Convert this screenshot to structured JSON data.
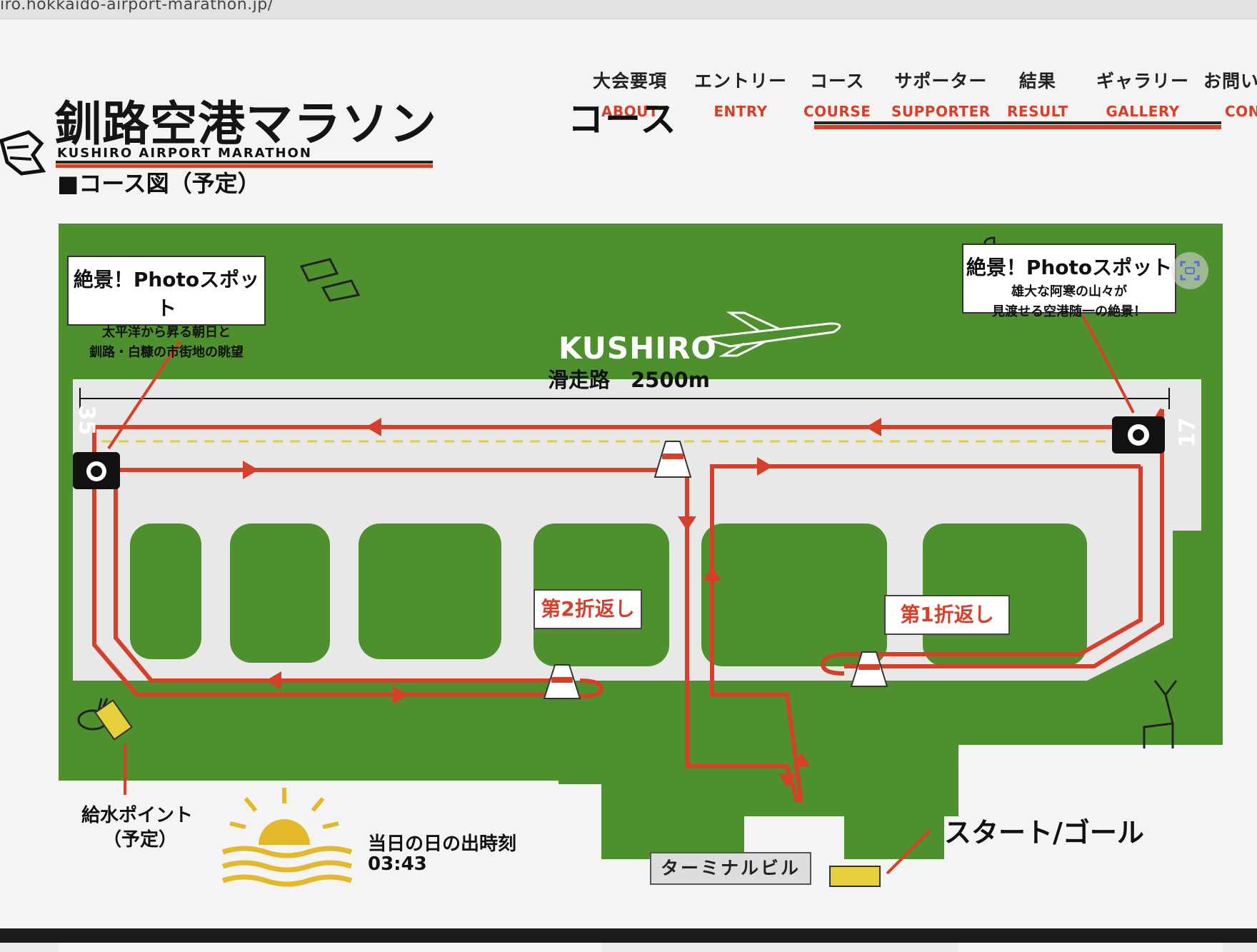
{
  "browser": {
    "url_fragment": "iro.hokkaido-airport-marathon.jp/"
  },
  "logo": {
    "title": "釧路空港マラソン",
    "subtitle": "KUSHIRO AIRPORT MARATHON"
  },
  "nav": {
    "items": [
      {
        "jp": "大会要項",
        "en": "ABOUT"
      },
      {
        "jp": "エントリー",
        "en": "ENTRY"
      },
      {
        "jp": "コース",
        "en": "COURSE"
      },
      {
        "jp": "サポーター",
        "en": "SUPPORTER"
      },
      {
        "jp": "結果",
        "en": "RESULT"
      },
      {
        "jp": "ギャラリー",
        "en": "GALLERY"
      },
      {
        "jp": "お問い",
        "en": "CON"
      }
    ]
  },
  "page_title": "コース",
  "section_heading": "■コース図（予定）",
  "map": {
    "kushiro_label": "KUSHIRO",
    "runway_label": "滑走路　2500m",
    "runway_end_left": "35",
    "runway_end_right": "17",
    "photo_spot_left": {
      "title": "絶景！Photoスポット",
      "line1": "太平洋から昇る朝日と",
      "line2": "釧路・白糠の市街地の眺望"
    },
    "photo_spot_right": {
      "title": "絶景！Photoスポット",
      "line1": "雄大な阿寒の山々が",
      "line2": "見渡せる空港随一の絶景！"
    },
    "turnaround_2": "第2折返し",
    "turnaround_1": "第1折返し",
    "terminal": "ターミナルビル",
    "start_goal": "スタート/ゴール",
    "water_point_line1": "給水ポイント",
    "water_point_line2": "（予定）",
    "sunrise_label": "当日の日の出時刻",
    "sunrise_time": "03:43"
  },
  "colors": {
    "accent_red": "#d6402a",
    "grass_green": "#4e8f2e",
    "taxiway_gray": "#e8e8e8",
    "marker_yellow": "#e5cf3a"
  }
}
